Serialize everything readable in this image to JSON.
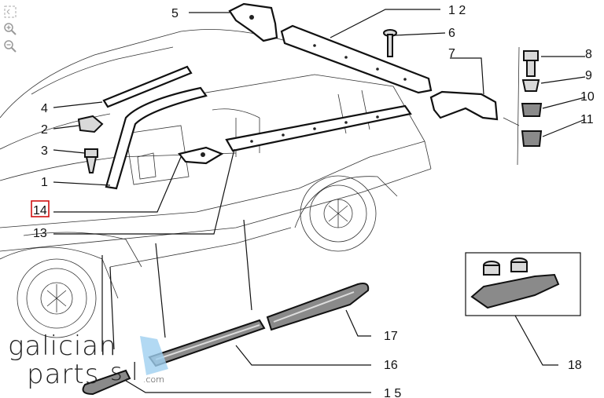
{
  "toolbar": {
    "fullscreen_icon": "expand-icon",
    "zoom_in_icon": "zoom-in-icon",
    "zoom_out_icon": "zoom-out-icon"
  },
  "callouts": {
    "c1": "1",
    "c2": "2",
    "c3": "3",
    "c4": "4",
    "c5": "5",
    "c6": "6",
    "c7": "7",
    "c8": "8",
    "c9": "9",
    "c10": "10",
    "c11": "11",
    "c12": "1 2",
    "c13": "13",
    "c14": "14",
    "c15": "1 5",
    "c16": "16",
    "c17": "17",
    "c18": "18"
  },
  "watermark": {
    "line1": "galician",
    "line2": "parts",
    "suffix": "s.l",
    "domain": ".com"
  },
  "colors": {
    "line": "#111111",
    "highlight_box": "#d01010",
    "watermark_accent": "#9fd0f0"
  }
}
